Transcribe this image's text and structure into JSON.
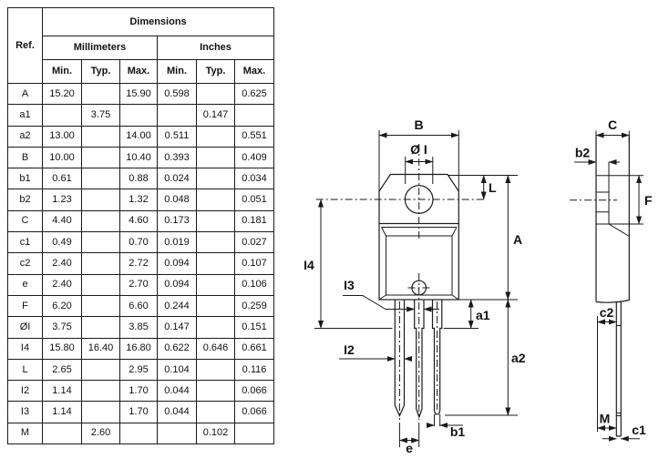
{
  "page": {
    "background": "#ffffff",
    "ink": "#1a1a1a"
  },
  "dimensions_table": {
    "title": "Dimensions",
    "ref_header": "Ref.",
    "unit_groups": [
      "Millimeters",
      "Inches"
    ],
    "sub_headers": [
      "Min.",
      "Typ.",
      "Max.",
      "Min.",
      "Typ.",
      "Max."
    ],
    "rows": [
      {
        "ref": "A",
        "values": [
          "15.20",
          "",
          "15.90",
          "0.598",
          "",
          "0.625"
        ]
      },
      {
        "ref": "a1",
        "values": [
          "",
          "3.75",
          "",
          "",
          "0.147",
          ""
        ]
      },
      {
        "ref": "a2",
        "values": [
          "13.00",
          "",
          "14.00",
          "0.511",
          "",
          "0.551"
        ]
      },
      {
        "ref": "B",
        "values": [
          "10.00",
          "",
          "10.40",
          "0.393",
          "",
          "0.409"
        ]
      },
      {
        "ref": "b1",
        "values": [
          "0.61",
          "",
          "0.88",
          "0.024",
          "",
          "0.034"
        ]
      },
      {
        "ref": "b2",
        "values": [
          "1.23",
          "",
          "1.32",
          "0.048",
          "",
          "0.051"
        ]
      },
      {
        "ref": "C",
        "values": [
          "4.40",
          "",
          "4.60",
          "0.173",
          "",
          "0.181"
        ]
      },
      {
        "ref": "c1",
        "values": [
          "0.49",
          "",
          "0.70",
          "0.019",
          "",
          "0.027"
        ]
      },
      {
        "ref": "c2",
        "values": [
          "2.40",
          "",
          "2.72",
          "0.094",
          "",
          "0.107"
        ]
      },
      {
        "ref": "e",
        "values": [
          "2.40",
          "",
          "2.70",
          "0.094",
          "",
          "0.106"
        ]
      },
      {
        "ref": "F",
        "values": [
          "6.20",
          "",
          "6.60",
          "0.244",
          "",
          "0.259"
        ]
      },
      {
        "ref": "ØI",
        "values": [
          "3.75",
          "",
          "3.85",
          "0.147",
          "",
          "0.151"
        ]
      },
      {
        "ref": "I4",
        "values": [
          "15.80",
          "16.40",
          "16.80",
          "0.622",
          "0.646",
          "0.661"
        ]
      },
      {
        "ref": "L",
        "values": [
          "2.65",
          "",
          "2.95",
          "0.104",
          "",
          "0.116"
        ]
      },
      {
        "ref": "I2",
        "values": [
          "1.14",
          "",
          "1.70",
          "0.044",
          "",
          "0.066"
        ]
      },
      {
        "ref": "I3",
        "values": [
          "1.14",
          "",
          "1.70",
          "0.044",
          "",
          "0.066"
        ]
      },
      {
        "ref": "M",
        "values": [
          "",
          "2.60",
          "",
          "",
          "0.102",
          ""
        ]
      }
    ]
  },
  "drawing": {
    "front_view": {
      "labels": {
        "B": "B",
        "hole": "Ø I",
        "L": "L",
        "A": "A",
        "l4": "I4",
        "l3": "I3",
        "a1": "a1",
        "l2": "I2",
        "a2": "a2",
        "b1": "b1",
        "e": "e"
      }
    },
    "side_view": {
      "labels": {
        "C": "C",
        "b2": "b2",
        "F": "F",
        "c2": "c2",
        "M": "M",
        "c1": "c1"
      }
    }
  }
}
